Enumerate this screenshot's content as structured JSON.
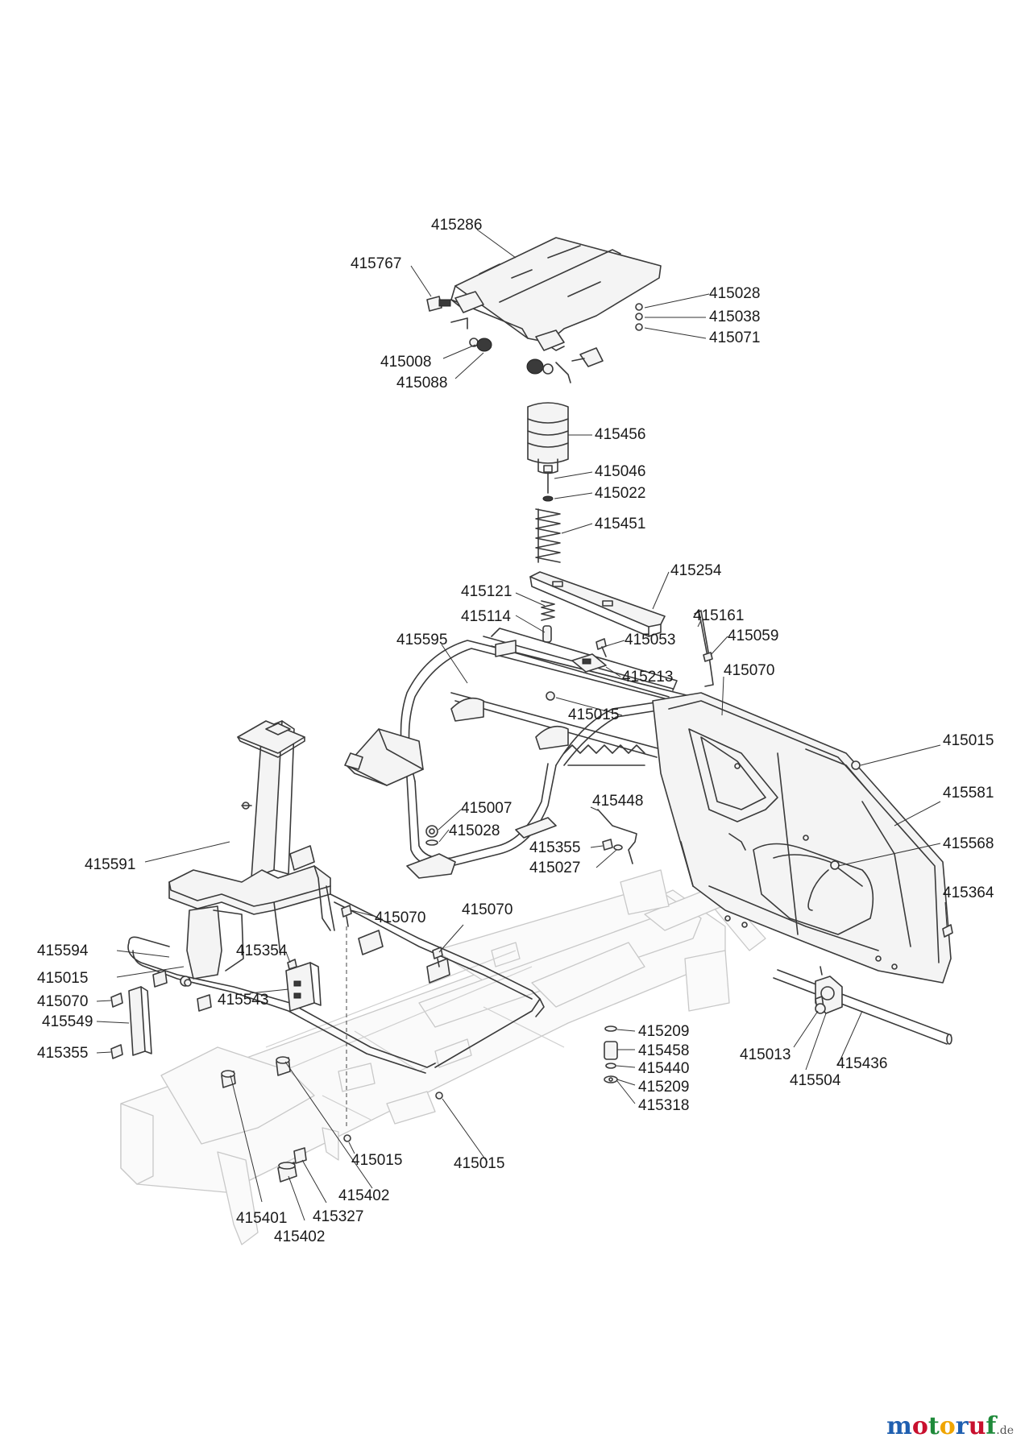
{
  "watermark": {
    "brand": "motoruf",
    "tld": ".de"
  },
  "labels": [
    {
      "id": "l-415286",
      "text": "415286"
    },
    {
      "id": "l-415767",
      "text": "415767"
    },
    {
      "id": "l-415028a",
      "text": "415028"
    },
    {
      "id": "l-415038",
      "text": "415038"
    },
    {
      "id": "l-415071",
      "text": "415071"
    },
    {
      "id": "l-415008",
      "text": "415008"
    },
    {
      "id": "l-415088",
      "text": "415088"
    },
    {
      "id": "l-415456",
      "text": "415456"
    },
    {
      "id": "l-415046",
      "text": "415046"
    },
    {
      "id": "l-415022",
      "text": "415022"
    },
    {
      "id": "l-415451",
      "text": "415451"
    },
    {
      "id": "l-415254",
      "text": "415254"
    },
    {
      "id": "l-415121",
      "text": "415121"
    },
    {
      "id": "l-415114",
      "text": "415114"
    },
    {
      "id": "l-415161",
      "text": "415161"
    },
    {
      "id": "l-415595",
      "text": "415595"
    },
    {
      "id": "l-415053",
      "text": "415053"
    },
    {
      "id": "l-415059",
      "text": "415059"
    },
    {
      "id": "l-415213",
      "text": "415213"
    },
    {
      "id": "l-415070a",
      "text": "415070"
    },
    {
      "id": "l-415015a",
      "text": "415015"
    },
    {
      "id": "l-415015b",
      "text": "415015"
    },
    {
      "id": "l-415581",
      "text": "415581"
    },
    {
      "id": "l-415007",
      "text": "415007"
    },
    {
      "id": "l-415448",
      "text": "415448"
    },
    {
      "id": "l-415028b",
      "text": "415028"
    },
    {
      "id": "l-415355a",
      "text": "415355"
    },
    {
      "id": "l-415027",
      "text": "415027"
    },
    {
      "id": "l-415568",
      "text": "415568"
    },
    {
      "id": "l-415591",
      "text": "415591"
    },
    {
      "id": "l-415364",
      "text": "415364"
    },
    {
      "id": "l-415070b",
      "text": "415070"
    },
    {
      "id": "l-415070c",
      "text": "415070"
    },
    {
      "id": "l-415594",
      "text": "415594"
    },
    {
      "id": "l-415354",
      "text": "415354"
    },
    {
      "id": "l-415015c",
      "text": "415015"
    },
    {
      "id": "l-415543",
      "text": "415543"
    },
    {
      "id": "l-415070d",
      "text": "415070"
    },
    {
      "id": "l-415549",
      "text": "415549"
    },
    {
      "id": "l-415355b",
      "text": "415355"
    },
    {
      "id": "l-415209a",
      "text": "415209"
    },
    {
      "id": "l-415458",
      "text": "415458"
    },
    {
      "id": "l-415440",
      "text": "415440"
    },
    {
      "id": "l-415209b",
      "text": "415209"
    },
    {
      "id": "l-415318",
      "text": "415318"
    },
    {
      "id": "l-415013",
      "text": "415013"
    },
    {
      "id": "l-415436",
      "text": "415436"
    },
    {
      "id": "l-415504",
      "text": "415504"
    },
    {
      "id": "l-415015d",
      "text": "415015"
    },
    {
      "id": "l-415015e",
      "text": "415015"
    },
    {
      "id": "l-415402a",
      "text": "415402"
    },
    {
      "id": "l-415401",
      "text": "415401"
    },
    {
      "id": "l-415327",
      "text": "415327"
    },
    {
      "id": "l-415402b",
      "text": "415402"
    }
  ]
}
